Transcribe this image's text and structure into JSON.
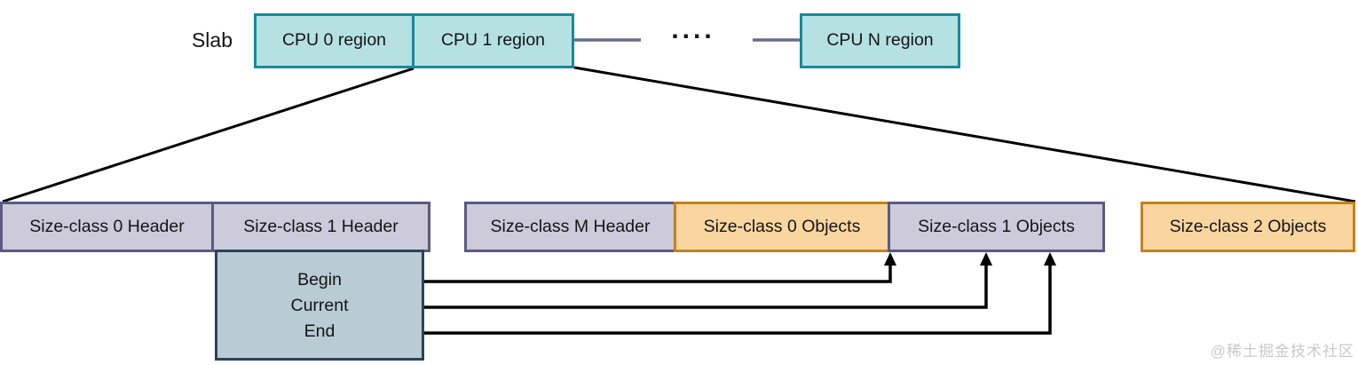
{
  "colors": {
    "background": "#ffffff",
    "teal_fill": "#b5e1e3",
    "teal_border": "#18899a",
    "lavender_fill": "#cccadb",
    "lavender_border": "#5b5a82",
    "orange_fill": "#f9d6a0",
    "orange_border": "#c5811c",
    "pointer_fill": "#b9cbd5",
    "pointer_border": "#2b4458",
    "connector_line": "#6a6a8e",
    "arrow_line": "#000000",
    "watermark": "#c9c9c9"
  },
  "slab_row": {
    "label": "Slab",
    "regions": [
      {
        "label": "CPU 0 region"
      },
      {
        "label": "CPU 1 region"
      },
      {
        "label": "CPU N region"
      }
    ],
    "ellipsis": "...."
  },
  "detail_row": {
    "segments": [
      {
        "label": "Size-class 0 Header",
        "variant": "lavender"
      },
      {
        "label": "Size-class 1 Header",
        "variant": "lavender"
      },
      {
        "label": "Size-class M Header",
        "variant": "lavender"
      },
      {
        "label": "Size-class 0 Objects",
        "variant": "orange"
      },
      {
        "label": "Size-class 1 Objects",
        "variant": "lavender"
      },
      {
        "label": "Size-class 2 Objects",
        "variant": "orange"
      }
    ]
  },
  "pointer_box": {
    "fields": [
      "Begin",
      "Current",
      "End"
    ]
  },
  "watermark": "@稀土掘金技术社区"
}
